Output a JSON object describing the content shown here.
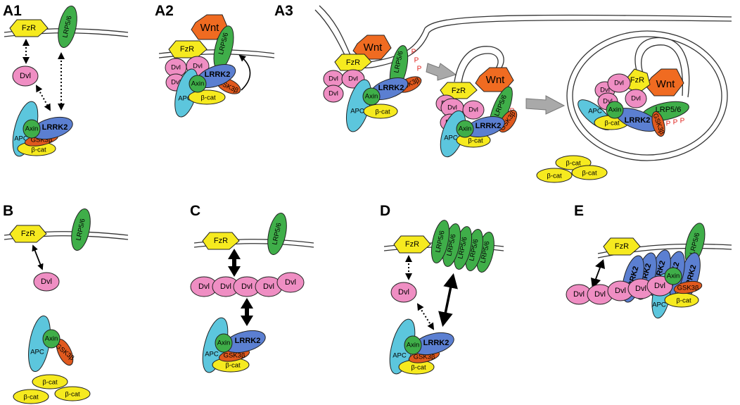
{
  "panels": {
    "a1": "A1",
    "a2": "A2",
    "a3": "A3",
    "b": "B",
    "c": "C",
    "d": "D",
    "e": "E"
  },
  "labels": {
    "fzr": "FzR",
    "lrp": "LRP5/6",
    "dvl": "Dvl",
    "axin": "Axin",
    "apc": "APC",
    "lrrk2": "LRRK2",
    "gsk": "GSK3β",
    "bcat": "β-cat",
    "wnt": "Wnt",
    "p": "P"
  },
  "colors": {
    "fzr": "#f6ea1f",
    "lrp": "#3fae49",
    "dvl": "#ef8ec3",
    "axin": "#3fae49",
    "apc": "#5cc6dd",
    "lrrk2": "#5b7fd1",
    "gsk": "#e0591e",
    "bcat": "#f6ea1f",
    "wnt": "#f06b21",
    "phospho": "#e0201a",
    "arrow_gray": "#a9a9a9"
  }
}
